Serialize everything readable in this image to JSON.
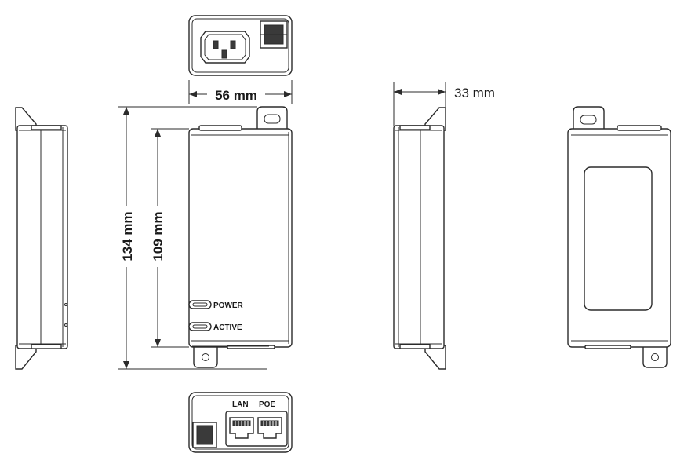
{
  "dimensions": {
    "width": "56 mm",
    "depth": "33 mm",
    "overall_height": "134 mm",
    "body_height": "109 mm"
  },
  "leds": {
    "power": "POWER",
    "active": "ACTIVE"
  },
  "ports": {
    "lan": "LAN",
    "poe": "POE"
  },
  "colors": {
    "line": "#2b2b2b",
    "fill": "#ffffff",
    "dark_fill": "#3a3a3a"
  }
}
